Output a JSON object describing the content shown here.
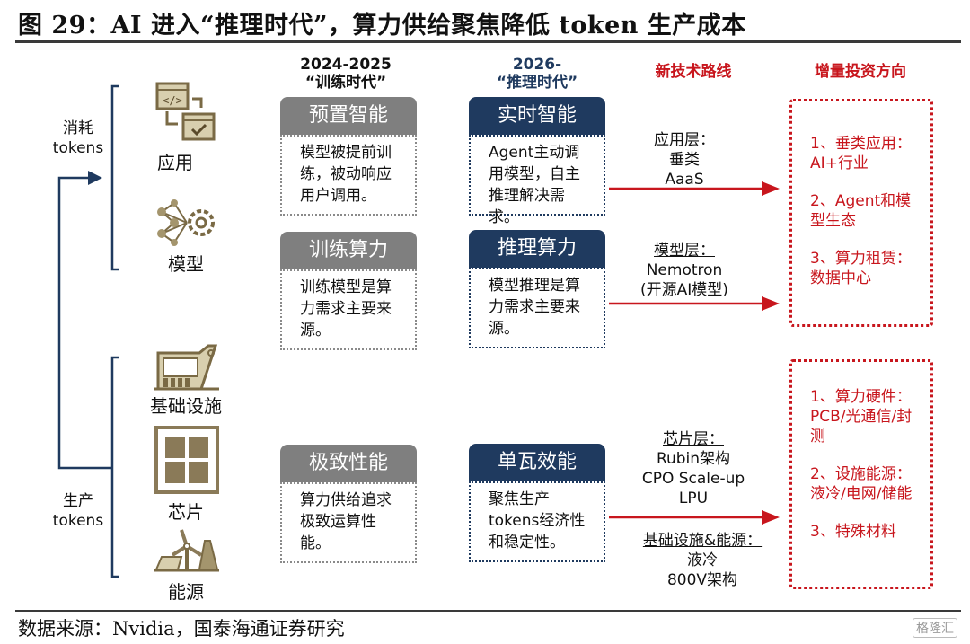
{
  "title": "图 29：AI 进入“推理时代”，算力供给聚焦降低 token 生产成本",
  "consume": {
    "line1": "消耗",
    "line2": "tokens"
  },
  "produce": {
    "line1": "生产",
    "line2": "tokens"
  },
  "icons": {
    "app": {
      "label": "应用",
      "icon": "code-window-check-icon"
    },
    "model": {
      "label": "模型",
      "icon": "neural-network-gear-icon"
    },
    "infra": {
      "label": "基础设施",
      "icon": "factory-icon"
    },
    "chip": {
      "label": "芯片",
      "icon": "chip-icon"
    },
    "energy": {
      "label": "能源",
      "icon": "wind-solar-energy-icon"
    }
  },
  "columns": {
    "old": {
      "years": "2024-2025",
      "era": "“训练时代”"
    },
    "new": {
      "years": "2026-",
      "era": "“推理时代”"
    },
    "routes": "新技术路线",
    "invest": "增量投资方向"
  },
  "rows": [
    {
      "old_head": "预置智能",
      "old_body": "模型被提前训练，被动响应用户调用。",
      "new_head": "实时智能",
      "new_body": "Agent主动调用模型，自主推理解决需求。",
      "route_title": "应用层：",
      "route_lines": [
        "垂类",
        "AaaS"
      ]
    },
    {
      "old_head": "训练算力",
      "old_body": "训练模型是算力需求主要来源。",
      "new_head": "推理算力",
      "new_body": "模型推理是算力需求主要来源。",
      "route_title": "模型层：",
      "route_lines": [
        "Nemotron",
        "(开源AI模型)"
      ]
    },
    {
      "old_head": "极致性能",
      "old_body": "算力供给追求极致运算性能。",
      "new_head": "单瓦效能",
      "new_body": "聚焦生产tokens经济性和稳定性。",
      "route_title": "芯片层：",
      "route_lines": [
        "Rubin架构",
        "CPO Scale-up",
        "LPU"
      ],
      "route2_title": "基础设施&能源：",
      "route2_lines": [
        "液冷",
        "800V架构"
      ]
    }
  ],
  "invest_top": [
    "1、垂类应用：AI+行业",
    "2、Agent和模型生态",
    "3、算力租赁：数据中心"
  ],
  "invest_bottom": [
    "1、算力硬件：PCB/光通信/封测",
    "2、设施能源：液冷/电网/储能",
    "3、特殊材料"
  ],
  "source": "数据来源：Nvidia，国泰海通证券研究",
  "watermark": "格隆汇",
  "colors": {
    "navy": "#1f3a5f",
    "gray": "#7f7f7f",
    "red": "#c8161d",
    "gold": "#8a7a58"
  }
}
